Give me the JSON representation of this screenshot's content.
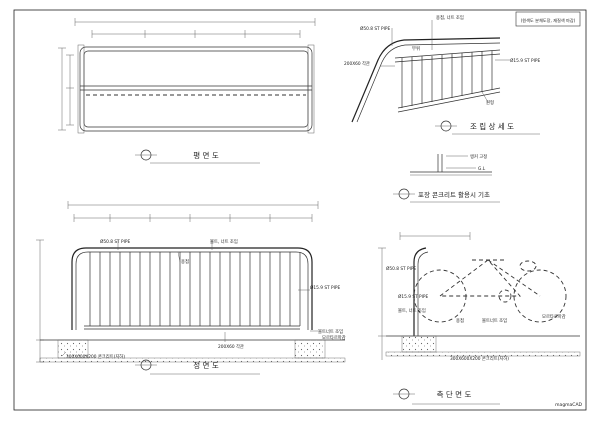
{
  "views": {
    "plan": {
      "title": "평 면 도"
    },
    "front": {
      "title": "정 면 도"
    },
    "side": {
      "title": "측 단 면 도"
    },
    "detail": {
      "title": "조 립 상 세 도"
    },
    "foundation": {
      "title": "포장 콘크리트 활용시 기초"
    }
  },
  "annotations": {
    "pipe_main": "Ø50.8 ST PIPE",
    "pipe_bar": "Ø15.9 ST PIPE",
    "weld": "용접, 너트 조임",
    "weld2": "볼트, 너트 조임",
    "weld3": "볼트너트 조임",
    "weld4": "용접",
    "footing": "300X600X200 콘크리트(지하)",
    "footing2": "300X600X200 콘크리트(지하)",
    "fixing": "앵커 고정",
    "gl": "G.L",
    "bracket": "200X60 각관",
    "mortar": "모르타르마감",
    "note_box": "(원색도 분체도장, 재질색 마감)",
    "set_gap": "부위",
    "bar_label": "원형"
  },
  "watermark": "magmaCAD"
}
